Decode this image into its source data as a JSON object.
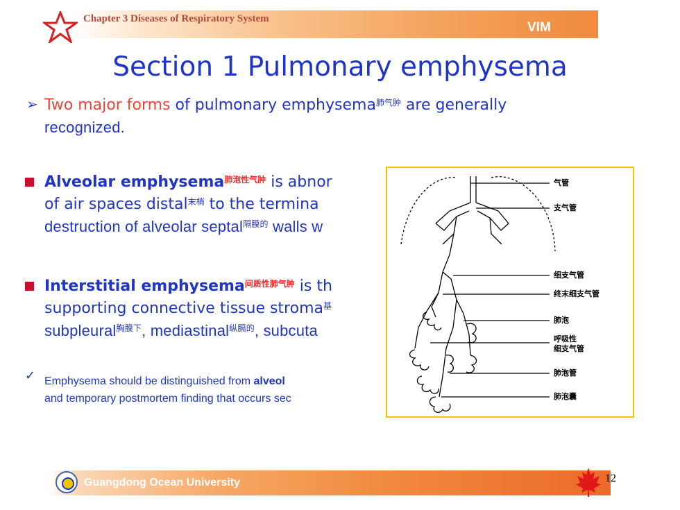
{
  "header": {
    "chapter": "Chapter 3 Diseases of Respiratory System",
    "badge": "VIM"
  },
  "title": "Section 1  Pulmonary emphysema",
  "intro": {
    "part1": "Two major forms",
    "part2": " of pulmonary emphysema",
    "sup": "肺气肿",
    "part3": " are generally",
    "line2": "recognized."
  },
  "alveolar": {
    "term": "Alveolar emphysema",
    "sup": "肺泡性气肿",
    "rest1": " is abnor",
    "line2a": "of air spaces distal",
    "sup2": "末梢",
    "line2b": " to the termina",
    "line3a": "destruction of alveolar septal",
    "sup3": "隔膜的",
    "line3b": " walls w"
  },
  "interstitial": {
    "term": "Interstitial emphysema",
    "sup": "间质性肺气肿",
    "rest1": " is th",
    "line2a": "supporting connective tissue stroma",
    "sup2": "基",
    "line3a": "subpleural",
    "sup3": "胸膜下",
    "line3b": ", mediastinal",
    "sup4": "纵膈的",
    "line3c": ", subcuta"
  },
  "note": {
    "line1a": "Emphysema should be distinguished from ",
    "line1b": "alveol",
    "line2": "and temporary postmortem finding that occurs sec"
  },
  "figure": {
    "labels": [
      "气管",
      "支气管",
      "细支气管",
      "终末细支气管",
      "肺泡",
      "呼吸性",
      "细支气管",
      "肺泡管",
      "肺泡囊"
    ]
  },
  "footer": {
    "university": "Guangdong Ocean University",
    "page": "12"
  },
  "colors": {
    "title_blue": "#1f35c8",
    "accent_red": "#f0463a",
    "figure_border": "#f2c300"
  }
}
